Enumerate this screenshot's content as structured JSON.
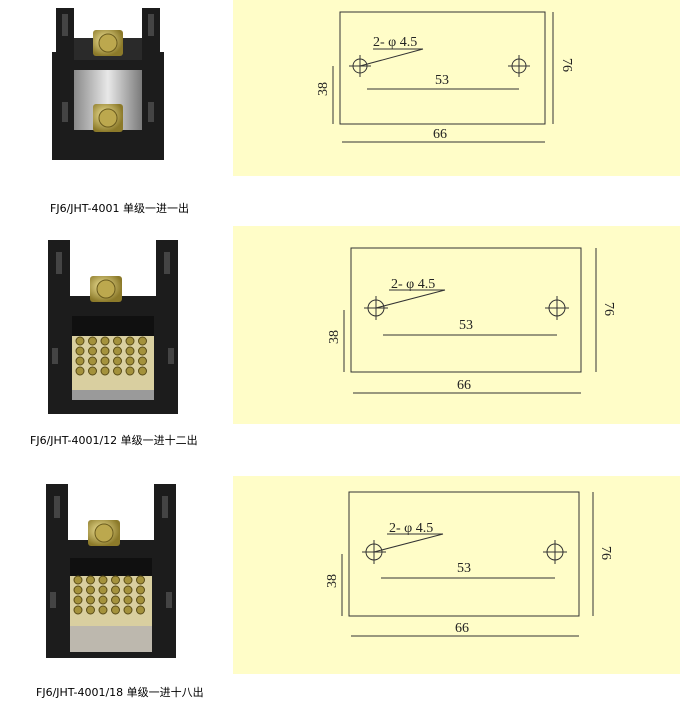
{
  "colors": {
    "drawing_bg": "#fffdc8",
    "line": "#333333",
    "body_black": "#1c1c1c",
    "metal": "#c8c8c8"
  },
  "products": [
    {
      "caption": "FJ6/JHT-4001 单级一进一出",
      "holes_label": "2- φ 4.5",
      "dim_hole_spacing": "53",
      "dim_height": "38",
      "dim_width": "66",
      "dim_outer_height": "76",
      "outlets": 0
    },
    {
      "caption": "FJ6/JHT-4001/12 单级一进十二出",
      "holes_label": "2- φ 4.5",
      "dim_hole_spacing": "53",
      "dim_height": "38",
      "dim_width": "66",
      "dim_outer_height": "76",
      "outlets": 12
    },
    {
      "caption": "FJ6/JHT-4001/18 单级一进十八出",
      "holes_label": "2- φ 4.5",
      "dim_hole_spacing": "53",
      "dim_height": "38",
      "dim_width": "66",
      "dim_outer_height": "76",
      "outlets": 18
    }
  ]
}
